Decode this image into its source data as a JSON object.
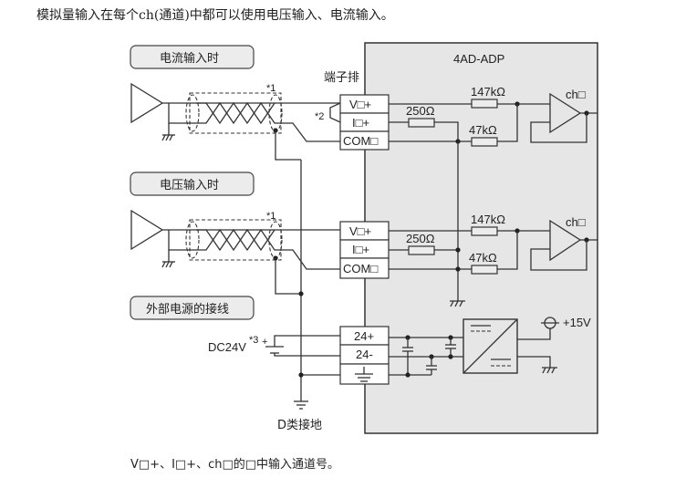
{
  "intro_text": "模拟量输入在每个ch(通道)中都可以使用电压输入、电流输入。",
  "footer_note": "V□+、I□+、ch□的□中输入通道号。",
  "module": {
    "name": "4AD-ADP",
    "fill_color": "#e6e6e6"
  },
  "terminal_block_label": "端子排",
  "sections": [
    {
      "title": "电流输入时"
    },
    {
      "title": "电压输入时"
    },
    {
      "title": "外部电源的接线"
    }
  ],
  "terminals": {
    "current": [
      "V□+",
      "I□+",
      "COM□"
    ],
    "voltage": [
      "V□+",
      "I□+",
      "COM□"
    ],
    "power": [
      "24+",
      "24-",
      "⏚"
    ]
  },
  "components": {
    "r_shunt": "250Ω",
    "r_upper": "147kΩ",
    "r_lower": "47kΩ",
    "channel": "ch□",
    "supply_out": "+15V",
    "supply_in": "DC24V",
    "ground_label": "D类接地"
  },
  "notes": {
    "n1": "*1",
    "n2": "*2",
    "n3": "*3",
    "plus": "+"
  }
}
